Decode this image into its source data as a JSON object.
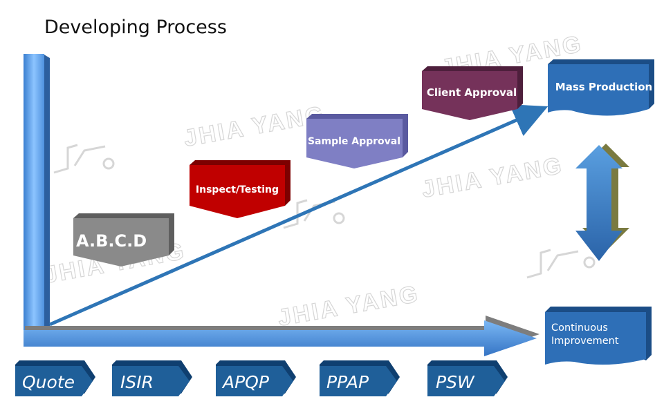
{
  "title": "Developing Process",
  "watermark": "JHIA YANG",
  "stages": [
    {
      "label": "A.B.C.D",
      "color": "#8a8a8a"
    },
    {
      "label": "Inspect/Testing",
      "color": "#c00000"
    },
    {
      "label": "Sample Approval",
      "color": "#7f7fc4"
    },
    {
      "label": "Client Approval",
      "color": "#75325a"
    }
  ],
  "mass_production": {
    "label": "Mass Production",
    "color": "#2e6fb7"
  },
  "continuous_improvement": {
    "line1": "Continuous",
    "line2": "Improvement",
    "color": "#2e6fb7"
  },
  "phases": [
    "Quote",
    "ISIR",
    "APQP",
    "PPAP",
    "PSW"
  ],
  "colors": {
    "axis": "#5a9fe0",
    "phase_tab": "#1f5f99",
    "arrow": "#2e75b6"
  }
}
